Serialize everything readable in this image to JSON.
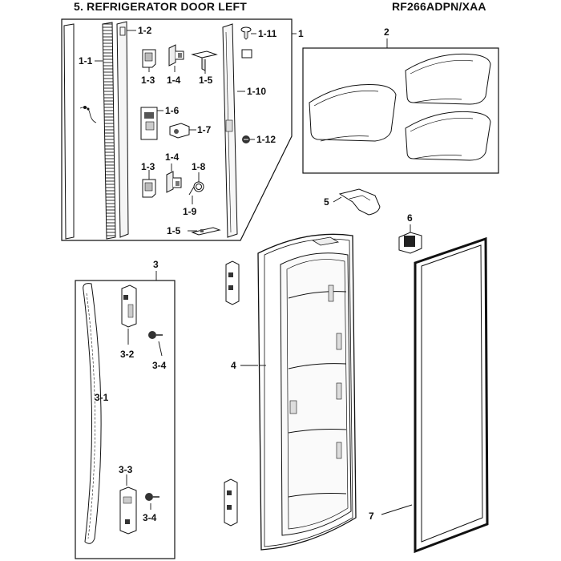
{
  "header": {
    "title": "5. REFRIGERATOR DOOR LEFT",
    "model": "RF266ADPN/XAA"
  },
  "callouts": {
    "c1": "1",
    "c1_1": "1-1",
    "c1_2": "1-2",
    "c1_3a": "1-3",
    "c1_3b": "1-3",
    "c1_4a": "1-4",
    "c1_4b": "1-4",
    "c1_5a": "1-5",
    "c1_5b": "1-5",
    "c1_6": "1-6",
    "c1_7": "1-7",
    "c1_8": "1-8",
    "c1_9": "1-9",
    "c1_10": "1-10",
    "c1_11": "1-11",
    "c1_12": "1-12",
    "c2": "2",
    "c3": "3",
    "c3_1": "3-1",
    "c3_2": "3-2",
    "c3_3": "3-3",
    "c3_4a": "3-4",
    "c3_4b": "3-4",
    "c4": "4",
    "c5": "5",
    "c6": "6",
    "c7": "7"
  }
}
